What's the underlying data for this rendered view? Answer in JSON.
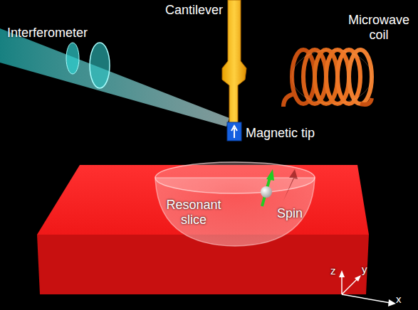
{
  "diagram": {
    "labels": [
      "Cantilever",
      "Interferometer",
      "Microwave coil",
      "Magnetic tip",
      "Resonant slice",
      "Spin",
      "z",
      "y",
      "x"
    ]
  }
}
